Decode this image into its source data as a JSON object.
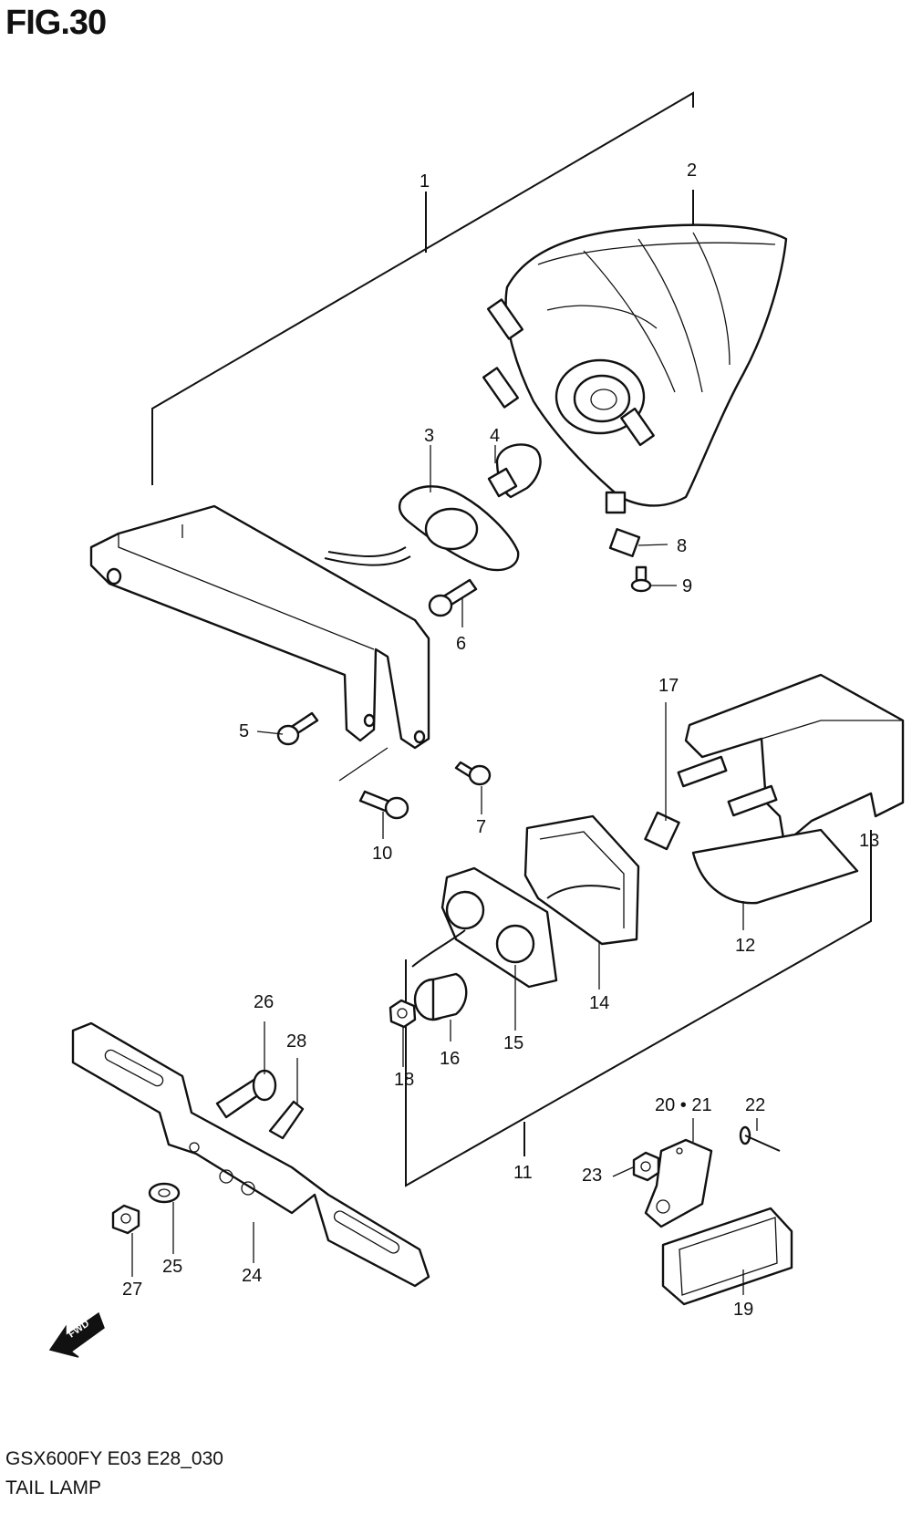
{
  "figure": {
    "title": "FIG.30"
  },
  "footer": {
    "model_code": "GSX600FY E03 E28_030",
    "assembly_name": "TAIL LAMP"
  },
  "direction_marker": {
    "label": "FWD"
  },
  "callouts": {
    "c1": "1",
    "c2": "2",
    "c3": "3",
    "c4": "4",
    "c5": "5",
    "c6": "6",
    "c7": "7",
    "c8": "8",
    "c9": "9",
    "c10": "10",
    "c11": "11",
    "c12": "12",
    "c13": "13",
    "c14": "14",
    "c15": "15",
    "c16": "16",
    "c17": "17",
    "c18": "18",
    "c19": "19",
    "c20_21": "20 • 21",
    "c22": "22",
    "c23": "23",
    "c24": "24",
    "c25": "25",
    "c26": "26",
    "c27": "27",
    "c28": "28"
  }
}
